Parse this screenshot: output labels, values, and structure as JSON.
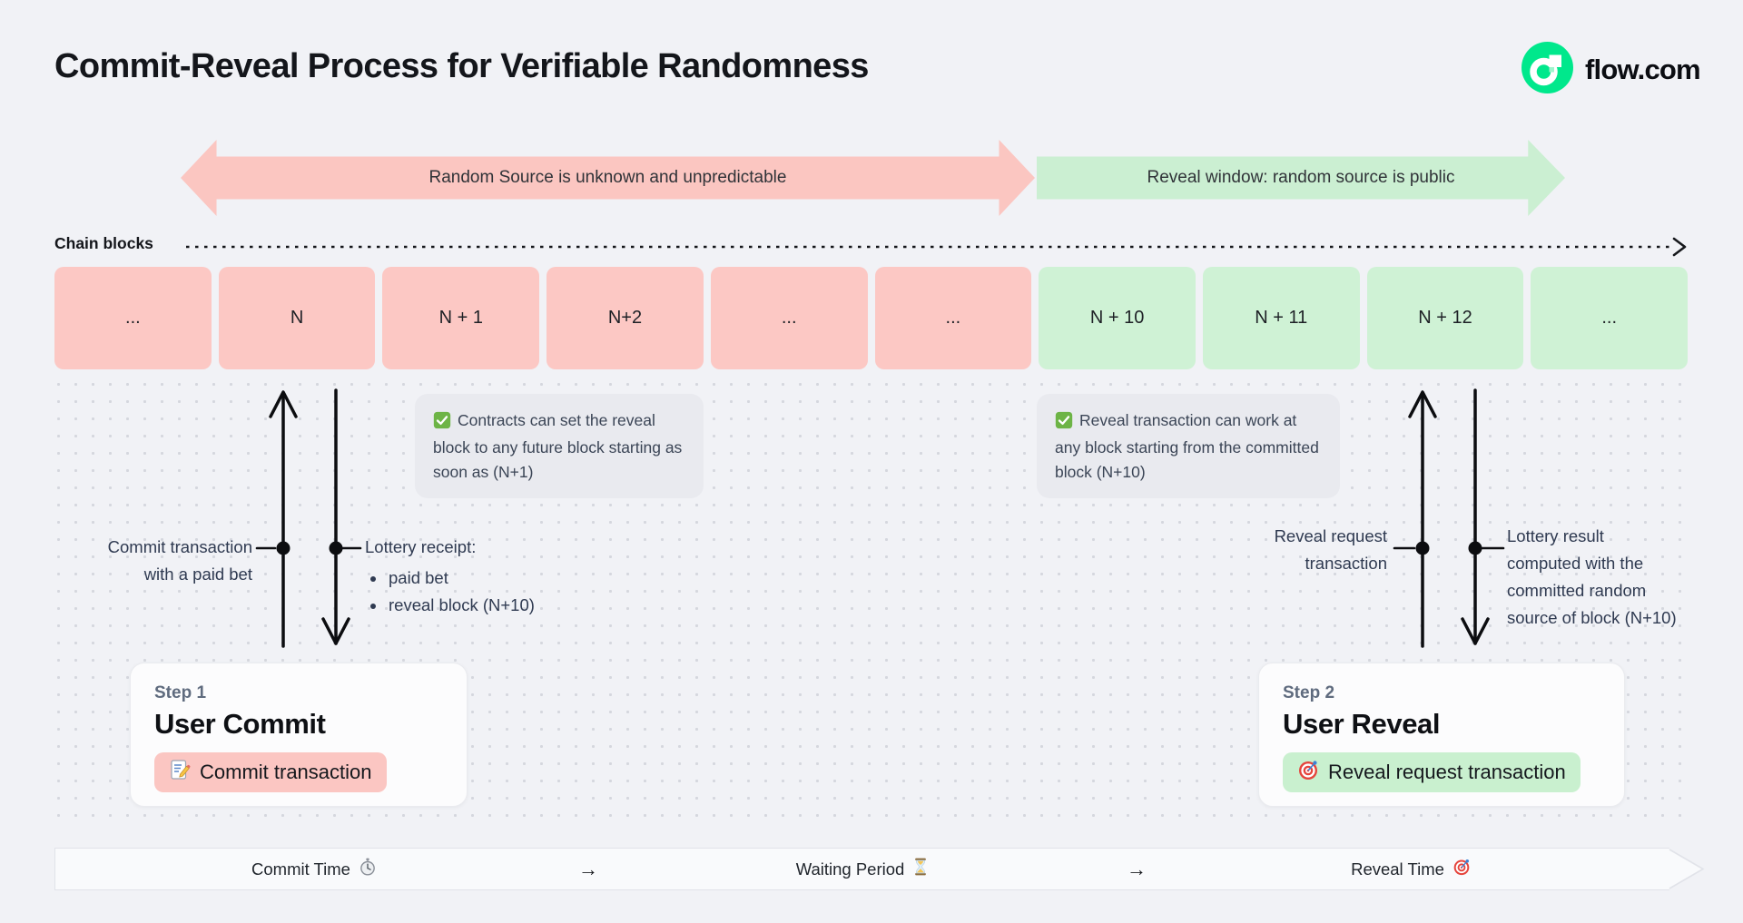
{
  "page": {
    "title": "Commit-Reveal Process for Verifiable Randomness",
    "brand": "flow.com"
  },
  "phases": {
    "commit_arrow_label": "Random Source is unknown and unpredictable",
    "reveal_arrow_label": "Reveal window: random source is public"
  },
  "chain": {
    "label": "Chain blocks",
    "blocks": [
      {
        "label": "...",
        "phase": "commit"
      },
      {
        "label": "N",
        "phase": "commit"
      },
      {
        "label": "N + 1",
        "phase": "commit"
      },
      {
        "label": "N+2",
        "phase": "commit"
      },
      {
        "label": "...",
        "phase": "commit"
      },
      {
        "label": "...",
        "phase": "commit"
      },
      {
        "label": "N + 10",
        "phase": "reveal"
      },
      {
        "label": "N + 11",
        "phase": "reveal"
      },
      {
        "label": "N + 12",
        "phase": "reveal"
      },
      {
        "label": "...",
        "phase": "reveal"
      }
    ]
  },
  "notes": {
    "commit_note": "Contracts can set the reveal block to any future block starting as soon as (N+1)",
    "reveal_note": "Reveal transaction can work at any block starting from the committed block (N+10)"
  },
  "connectors": {
    "commit_up": {
      "line1": "Commit transaction",
      "line2": "with a paid bet"
    },
    "lottery_receipt": {
      "title": "Lottery receipt:",
      "bullets": [
        "paid bet",
        "reveal block (N+10)"
      ]
    },
    "reveal_up": {
      "line1": "Reveal request",
      "line2": "transaction"
    },
    "lottery_result": {
      "line1": "Lottery result",
      "line2": "computed with the",
      "line3": "committed random",
      "line4": "source of block (N+10)"
    }
  },
  "steps": {
    "commit": {
      "step_label": "Step 1",
      "title": "User Commit",
      "button_label": "Commit transaction"
    },
    "reveal": {
      "step_label": "Step 2",
      "title": "User Reveal",
      "button_label": "Reveal request transaction"
    }
  },
  "timeline": {
    "commit": "Commit Time",
    "waiting": "Waiting Period",
    "reveal": "Reveal Time",
    "separator": "→"
  },
  "colors": {
    "background": "#F1F2F6",
    "commit_pink": "#FBC6C2",
    "reveal_green": "#CDF1D4",
    "brand_green": "#00EF8B",
    "note_gray": "#E9EAEF",
    "connector_ink": "#0C0D10"
  }
}
